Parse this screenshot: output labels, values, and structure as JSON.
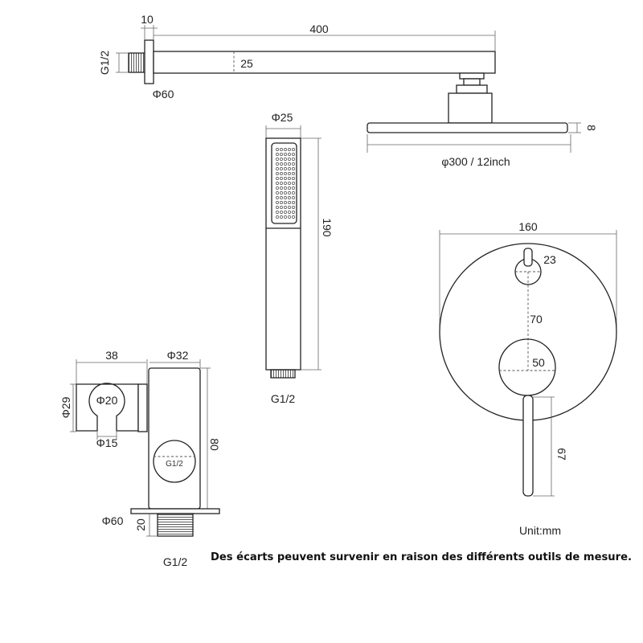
{
  "shower_arm": {
    "flange_width": "10",
    "length": "400",
    "thread": "G1/2",
    "height": "25",
    "flange_diameter": "Φ60"
  },
  "shower_head": {
    "thickness": "8",
    "diameter": "φ300 / 12inch"
  },
  "hand_shower": {
    "diameter": "Φ25",
    "length": "190",
    "thread": "G1/2"
  },
  "mixer": {
    "plate_diameter": "160",
    "diverter_diameter": "23",
    "spacing": "70",
    "handle_diameter": "50",
    "lever_length": "67"
  },
  "bracket": {
    "holder_depth": "38",
    "body_diameter": "Φ32",
    "holder_height": "Φ29",
    "hole_diameter": "Φ20",
    "slot_width": "Φ15",
    "outlet_label": "G1/2",
    "body_height": "80",
    "flange_diameter": "Φ60",
    "thread_length": "20",
    "thread": "G1/2"
  },
  "unit": "Unit:mm",
  "note": "Des écarts peuvent survenir en raison des différents outils de mesure."
}
